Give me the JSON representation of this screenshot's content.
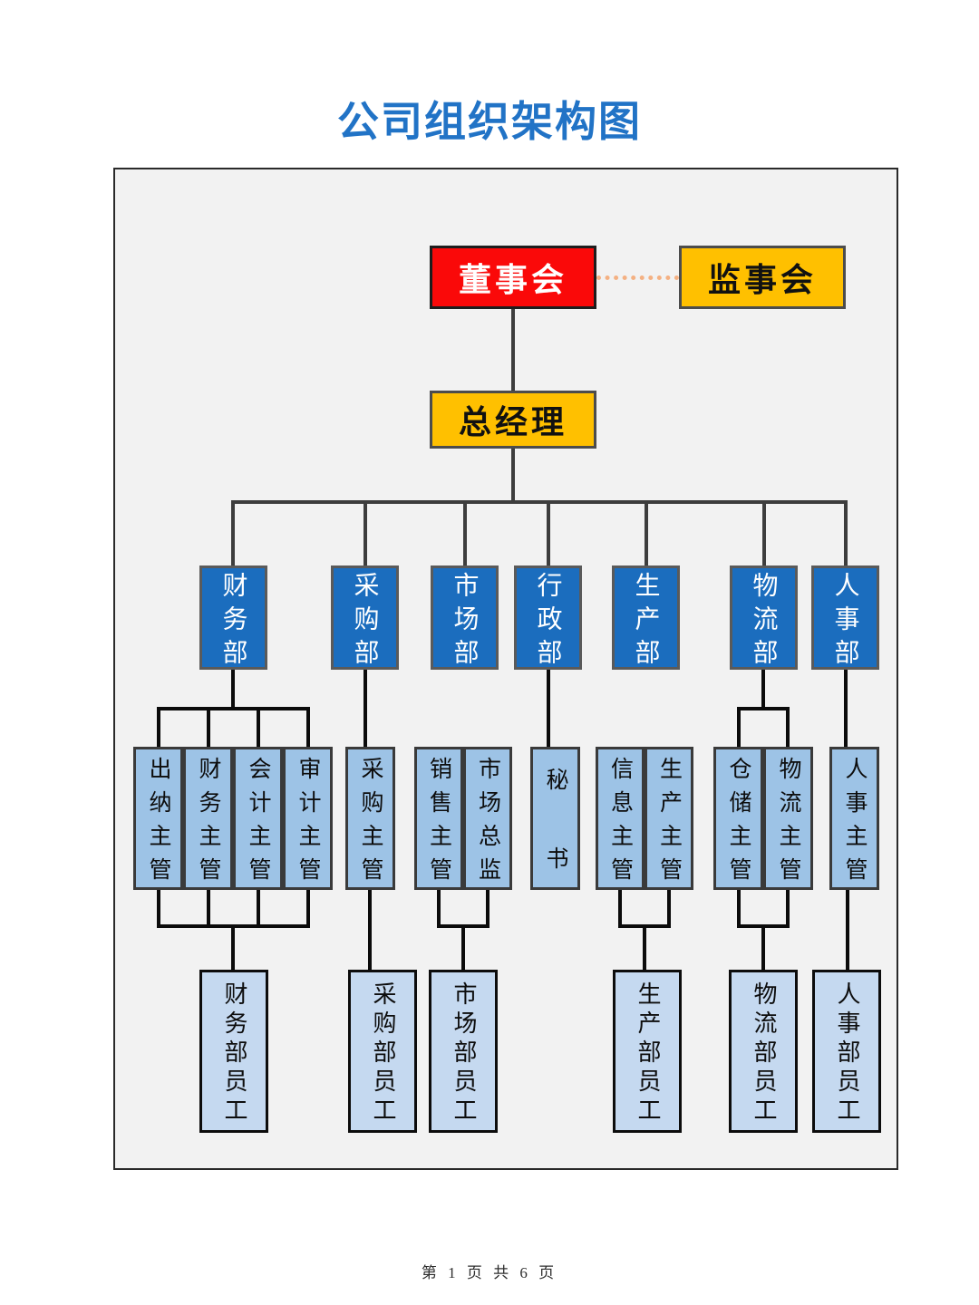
{
  "title": "公司组织架构图",
  "footer": "第 1 页 共 6 页",
  "nodes": {
    "board": "董事会",
    "supervisory": "监事会",
    "gm": "总经理"
  },
  "departments": [
    {
      "name": "财务部",
      "managers": [
        "出纳主管",
        "财务主管",
        "会计主管",
        "审计主管"
      ],
      "staff": "财务部员工"
    },
    {
      "name": "采购部",
      "managers": [
        "采购主管"
      ],
      "staff": "采购部员工"
    },
    {
      "name": "市场部",
      "managers": [
        "销售主管",
        "市场总监"
      ],
      "staff": "市场部员工"
    },
    {
      "name": "行政部",
      "managers": [
        "秘书"
      ],
      "staff": ""
    },
    {
      "name": "生产部",
      "managers": [
        "信息主管",
        "生产主管"
      ],
      "staff": "生产部员工"
    },
    {
      "name": "物流部",
      "managers": [
        "仓储主管",
        "物流主管"
      ],
      "staff": "物流部员工"
    },
    {
      "name": "人事部",
      "managers": [
        "人事主管"
      ],
      "staff": "人事部员工"
    }
  ],
  "colors": {
    "title_blue": "#2173C6",
    "board_red": "#FA0909",
    "gold": "#FFC000",
    "dept_blue": "#1B6DBE",
    "manager_blue": "#9DC3E6",
    "staff_blue": "#C5D9F0",
    "dotted_link_orange": "#F4B183",
    "panel_gray": "#F2F2F2"
  }
}
